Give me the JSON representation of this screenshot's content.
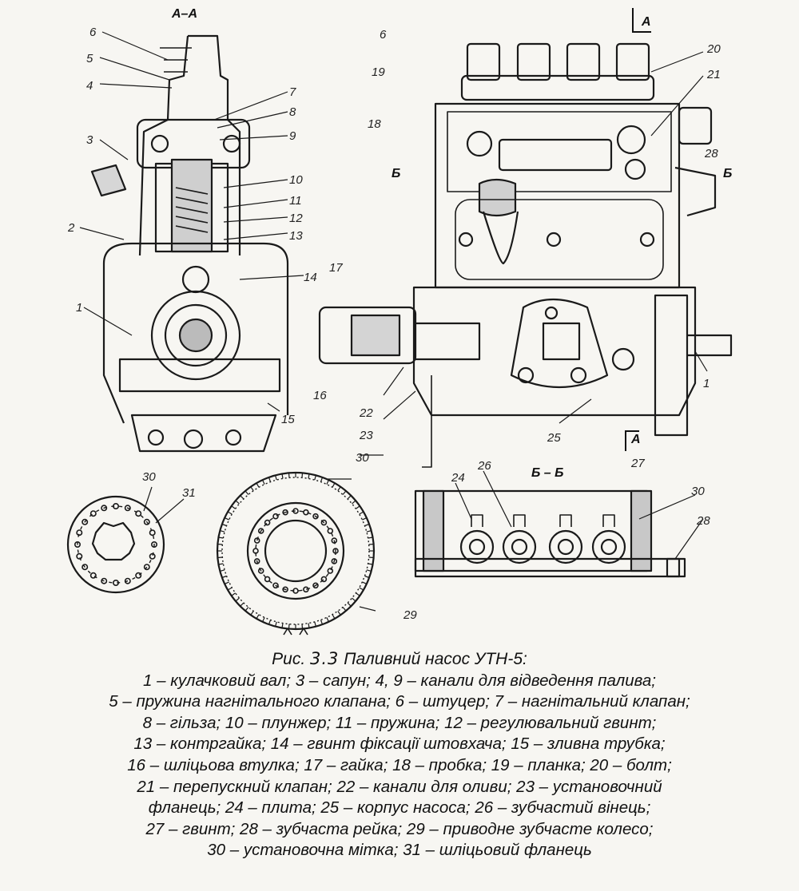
{
  "views": {
    "section_aa": "А–А",
    "section_a_top": "А",
    "section_a_bottom": "А",
    "section_b_left": "Б",
    "section_b_right": "Б",
    "section_bb": "Б – Б"
  },
  "callouts": [
    {
      "id": "c-aa-6",
      "text": "6"
    },
    {
      "id": "c-aa-5",
      "text": "5"
    },
    {
      "id": "c-aa-4",
      "text": "4"
    },
    {
      "id": "c-aa-3",
      "text": "3"
    },
    {
      "id": "c-aa-2",
      "text": "2"
    },
    {
      "id": "c-aa-1",
      "text": "1"
    },
    {
      "id": "c-aa-7",
      "text": "7"
    },
    {
      "id": "c-aa-8",
      "text": "8"
    },
    {
      "id": "c-aa-9",
      "text": "9"
    },
    {
      "id": "c-aa-10",
      "text": "10"
    },
    {
      "id": "c-aa-11",
      "text": "11"
    },
    {
      "id": "c-aa-12",
      "text": "12"
    },
    {
      "id": "c-aa-13",
      "text": "13"
    },
    {
      "id": "c-aa-14",
      "text": "14"
    },
    {
      "id": "c-aa-15",
      "text": "15"
    },
    {
      "id": "c-aa-16",
      "text": "16"
    },
    {
      "id": "c-fr-6",
      "text": "6"
    },
    {
      "id": "c-fr-19",
      "text": "19"
    },
    {
      "id": "c-fr-18",
      "text": "18"
    },
    {
      "id": "c-fr-17",
      "text": "17"
    },
    {
      "id": "c-fr-20",
      "text": "20"
    },
    {
      "id": "c-fr-21",
      "text": "21"
    },
    {
      "id": "c-fr-28",
      "text": "28"
    },
    {
      "id": "c-fr-1",
      "text": "1"
    },
    {
      "id": "c-fr-22",
      "text": "22"
    },
    {
      "id": "c-fr-23",
      "text": "23"
    },
    {
      "id": "c-fr-25",
      "text": "25"
    },
    {
      "id": "c-fr-27",
      "text": "27"
    },
    {
      "id": "c-fl-30",
      "text": "30"
    },
    {
      "id": "c-fl-31",
      "text": "31"
    },
    {
      "id": "c-gw-30",
      "text": "30"
    },
    {
      "id": "c-gw-29",
      "text": "29"
    },
    {
      "id": "c-bb-24",
      "text": "24"
    },
    {
      "id": "c-bb-26",
      "text": "26"
    },
    {
      "id": "c-bb-30",
      "text": "30"
    },
    {
      "id": "c-bb-28",
      "text": "28"
    }
  ],
  "caption": {
    "prefix": "Рис.",
    "number": "3.3",
    "title": "Паливний насос УТН-5:",
    "lines": [
      "1 – кулачковий вал; 3 – сапун; 4, 9 – канали для відведення палива;",
      "5 – пружина нагнітального клапана; 6 – штуцер; 7 – нагнітальний клапан;",
      "8 – гільза; 10 – плунжер; 11 – пружина; 12 – регулювальний гвинт;",
      "13 – контргайка; 14 – гвинт фіксації штовхача; 15 – зливна трубка;",
      "16 – шліцьова втулка; 17 – гайка; 18 – пробка; 19 – планка; 20 – болт;",
      "21 – перепускний клапан; 22 – канали для оливи; 23 – установочний",
      "фланець; 24 – плита; 25 – корпус насоса; 26 – зубчастий вінець;",
      "27 – гвинт; 28 – зубчаста рейка; 29 – приводне зубчасте колесо;",
      "30 – установочна мітка; 31 – шліцьовий фланець"
    ]
  }
}
